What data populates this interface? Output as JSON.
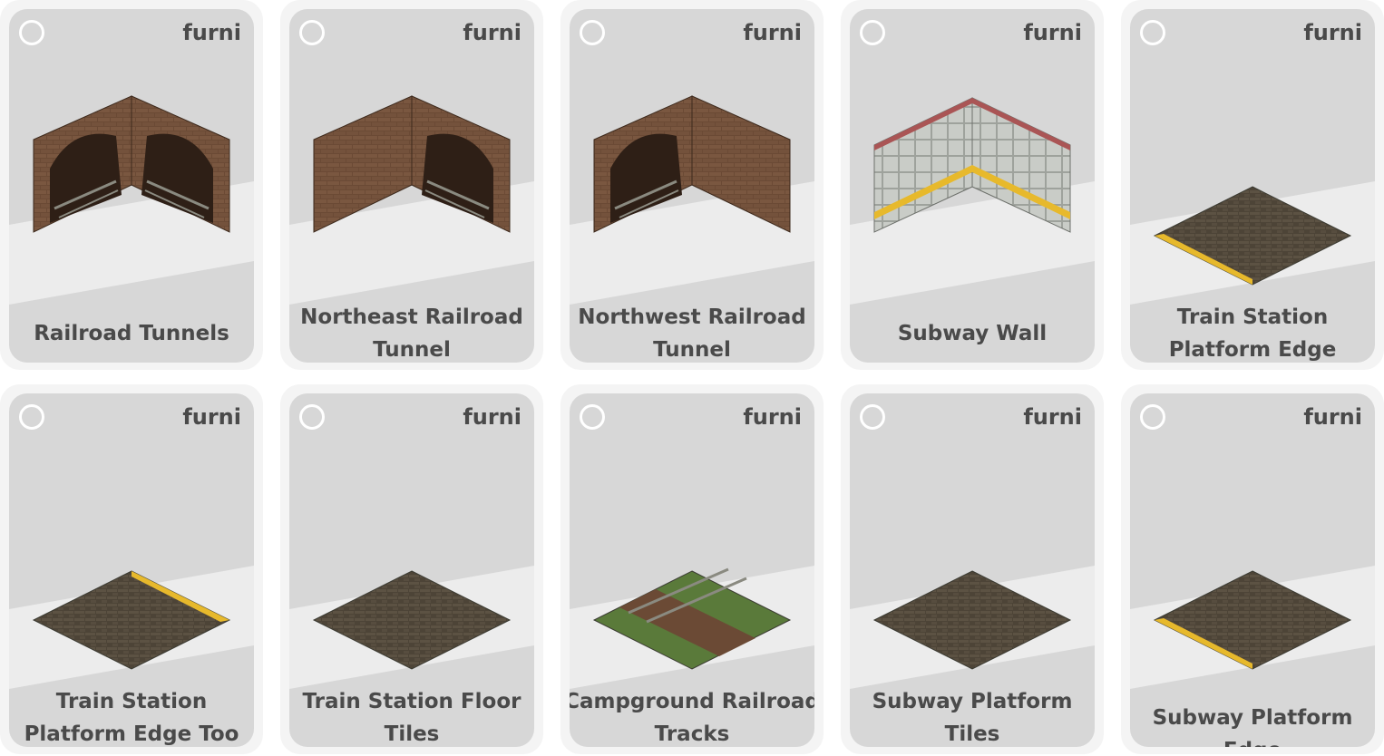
{
  "badge_label": "furni",
  "items": [
    {
      "name": "Railroad Tunnels",
      "kind": "tunnel-double"
    },
    {
      "name": "Northeast Railroad Tunnel",
      "kind": "tunnel-right"
    },
    {
      "name": "Northwest Railroad Tunnel",
      "kind": "tunnel-left"
    },
    {
      "name": "Subway Wall",
      "kind": "subway-wall"
    },
    {
      "name": "Train Station Platform Edge",
      "kind": "platform-edge"
    },
    {
      "name": "Train Station Platform Edge Too",
      "kind": "platform-edge-too"
    },
    {
      "name": "Train Station Floor Tiles",
      "kind": "floor-tiles"
    },
    {
      "name": "Campground Railroad Tracks",
      "kind": "tracks"
    },
    {
      "name": "Subway Platform Tiles",
      "kind": "subway-tiles"
    },
    {
      "name": "Subway Platform Edge",
      "kind": "subway-edge"
    }
  ],
  "colors": {
    "card_bg": "#d7d7d7",
    "card_shadow_band": "#ececec",
    "text": "#4a4a4a",
    "brick": "#6b4a35",
    "tile_gray": "#c5c8c3",
    "stripe_yellow": "#e7b92c"
  }
}
